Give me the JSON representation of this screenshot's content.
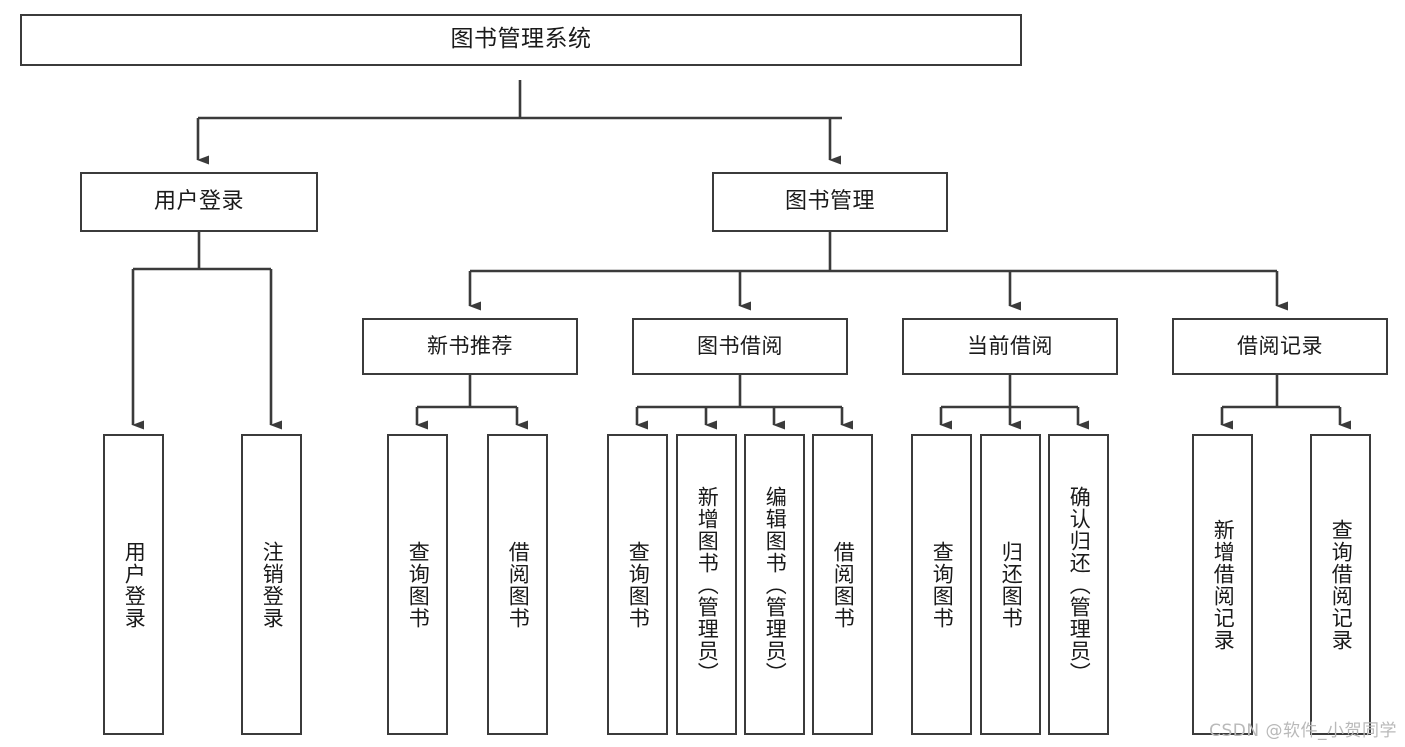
{
  "diagram": {
    "type": "tree-hierarchy",
    "title": "图书管理系统",
    "orientation": "top-down",
    "line_color": "#3b3b3b",
    "box_fill": "#ffffff",
    "text_color": "#1a1a1a",
    "nodes": {
      "root": {
        "label": "图书管理系统"
      },
      "level2": [
        {
          "id": "user-login",
          "label": "用户登录"
        },
        {
          "id": "book-manage",
          "label": "图书管理"
        }
      ],
      "level3": [
        {
          "id": "new-book-recommend",
          "label": "新书推荐"
        },
        {
          "id": "book-borrow",
          "label": "图书借阅"
        },
        {
          "id": "current-borrow",
          "label": "当前借阅"
        },
        {
          "id": "borrow-record",
          "label": "借阅记录"
        }
      ],
      "leaves": {
        "user-login": [
          {
            "id": "leaf-user-login",
            "label": "用户登录"
          },
          {
            "id": "leaf-logout-login",
            "label": "注销登录"
          }
        ],
        "new-book-recommend": [
          {
            "id": "leaf-query-book-1",
            "label": "查询图书"
          },
          {
            "id": "leaf-borrow-book-1",
            "label": "借阅图书"
          }
        ],
        "book-borrow": [
          {
            "id": "leaf-query-book-2",
            "label": "查询图书"
          },
          {
            "id": "leaf-add-book",
            "label": "新增图书（管理员）"
          },
          {
            "id": "leaf-edit-book",
            "label": "编辑图书（管理员）"
          },
          {
            "id": "leaf-borrow-book-2",
            "label": "借阅图书"
          }
        ],
        "current-borrow": [
          {
            "id": "leaf-query-book-3",
            "label": "查询图书"
          },
          {
            "id": "leaf-return-book",
            "label": "归还图书"
          },
          {
            "id": "leaf-confirm-return",
            "label": "确认归还（管理员）"
          }
        ],
        "borrow-record": [
          {
            "id": "leaf-add-record",
            "label": "新增借阅记录"
          },
          {
            "id": "leaf-query-record",
            "label": "查询借阅记录"
          }
        ]
      }
    }
  },
  "watermark": {
    "text": "CSDN @软件_小贺同学"
  }
}
